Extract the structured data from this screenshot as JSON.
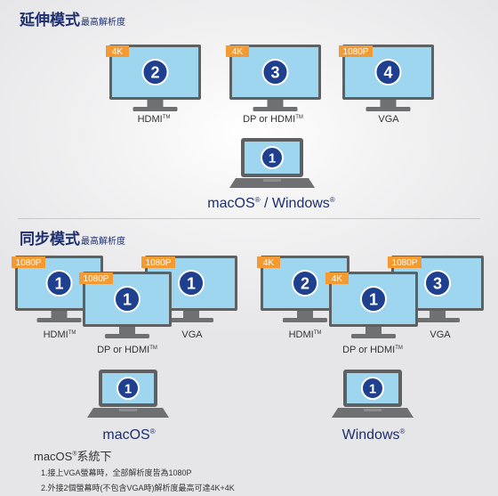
{
  "extend": {
    "title": "延伸模式",
    "subtitle": "最高解析度",
    "monitors": [
      {
        "number": "2",
        "badge": "4K",
        "label": "HDMI",
        "tm": "TM"
      },
      {
        "number": "3",
        "badge": "4K",
        "label": "DP or HDMI",
        "tm": "TM"
      },
      {
        "number": "4",
        "badge": "1080P",
        "label": "VGA",
        "tm": ""
      }
    ],
    "laptop": {
      "number": "1",
      "os_a": "macOS",
      "os_b": " / Windows",
      "reg": "®"
    }
  },
  "mirror": {
    "title": "同步模式",
    "subtitle": "最高解析度",
    "left_group": {
      "monitors": [
        {
          "number": "1",
          "badge": "1080P",
          "label": "HDMI",
          "tm": "TM"
        },
        {
          "number": "1",
          "badge": "1080P",
          "label": "DP or HDMI",
          "tm": "TM"
        },
        {
          "number": "1",
          "badge": "1080P",
          "label": "VGA",
          "tm": ""
        }
      ],
      "laptop": {
        "number": "1",
        "os": "macOS",
        "reg": "®"
      }
    },
    "right_group": {
      "monitors": [
        {
          "number": "2",
          "badge": "4K",
          "label": "HDMI",
          "tm": "TM"
        },
        {
          "number": "1",
          "badge": "4K",
          "label": "DP or HDMI",
          "tm": "TM"
        },
        {
          "number": "3",
          "badge": "1080P",
          "label": "VGA",
          "tm": ""
        }
      ],
      "laptop": {
        "number": "1",
        "os": "Windows",
        "reg": "®"
      }
    }
  },
  "notes": {
    "heading_a": "macOS",
    "heading_reg": "®",
    "heading_b": "系統下",
    "lines": [
      "1.接上VGA螢幕時，全部解析度皆為1080P",
      "2.外接2個螢幕時(不包含VGA時)解析度最高可達4K+4K"
    ]
  },
  "colors": {
    "screen": "#9fd6ef",
    "bezel": "#5f6062",
    "stand": "#6f7072",
    "badge": "#f39a32",
    "circle": "#1f3f8f",
    "title": "#1c2e6e"
  }
}
